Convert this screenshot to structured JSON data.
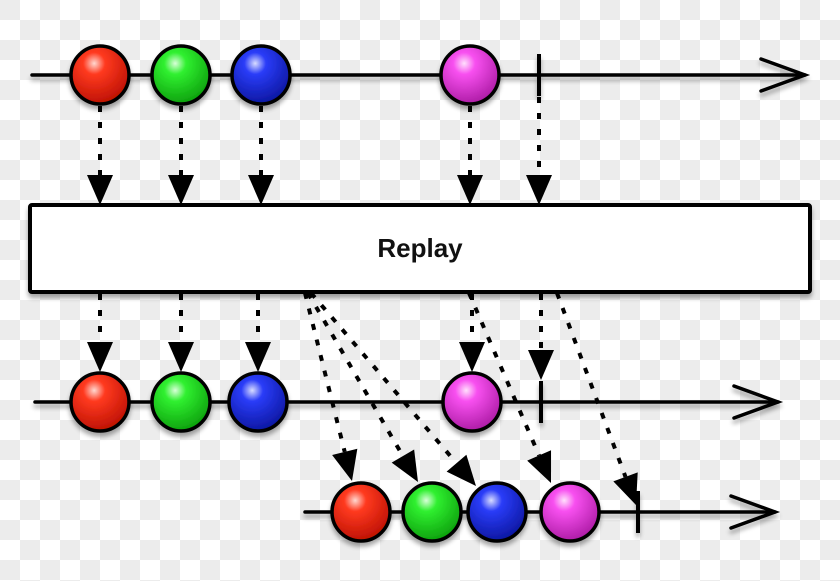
{
  "operator": {
    "label": "Replay"
  },
  "colors": {
    "red": "#ff2a10",
    "green": "#22e822",
    "blue": "#1a2cf0",
    "magenta": "#f040e8",
    "stroke": "#000000",
    "box_fill": "#ffffff"
  },
  "source": {
    "name": "source-observable",
    "items": [
      {
        "name": "red-item",
        "color": "red"
      },
      {
        "name": "green-item",
        "color": "green"
      },
      {
        "name": "blue-item",
        "color": "blue"
      },
      {
        "name": "magenta-item",
        "color": "magenta"
      }
    ],
    "completes": true
  },
  "early_subscriber": {
    "name": "early-subscriber-timeline",
    "items": [
      {
        "name": "red-item",
        "color": "red"
      },
      {
        "name": "green-item",
        "color": "green"
      },
      {
        "name": "blue-item",
        "color": "blue"
      },
      {
        "name": "magenta-item",
        "color": "magenta"
      }
    ],
    "completes": true
  },
  "late_subscriber": {
    "name": "late-subscriber-timeline",
    "items": [
      {
        "name": "red-item",
        "color": "red",
        "replayed": true
      },
      {
        "name": "green-item",
        "color": "green",
        "replayed": true
      },
      {
        "name": "blue-item",
        "color": "blue",
        "replayed": true
      },
      {
        "name": "magenta-item",
        "color": "magenta",
        "replayed": false
      }
    ],
    "completes": true
  }
}
